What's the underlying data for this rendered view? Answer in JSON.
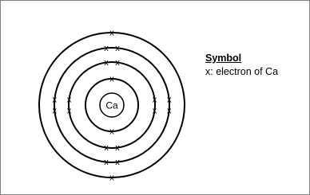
{
  "element": {
    "symbol": "Ca",
    "shells": [
      {
        "electrons": 2
      },
      {
        "electrons": 8
      },
      {
        "electrons": 8
      },
      {
        "electrons": 2
      }
    ]
  },
  "electron_marker": "x",
  "legend": {
    "title": "Symbol",
    "entry": "x: electron of Ca"
  }
}
